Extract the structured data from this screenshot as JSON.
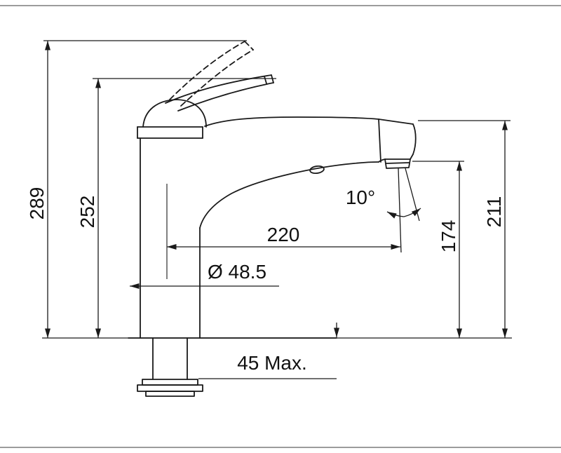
{
  "page": {
    "background": "#ffffff",
    "ink": "#1a1a1a"
  },
  "drawing": {
    "labels": {
      "overall_height": "289",
      "handle_height": "252",
      "spout_reach": "220",
      "base_diameter": "Ø 48.5",
      "spray_angle": "10°",
      "outlet_height": "174",
      "spout_height": "211",
      "max_counter_thickness": "45 Max."
    }
  }
}
